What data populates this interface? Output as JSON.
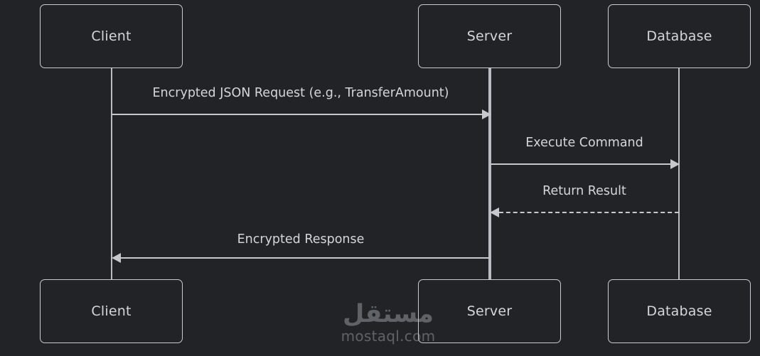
{
  "diagram": {
    "type": "uml-sequence-diagram",
    "background_color": "#212327",
    "box_fill_color": "#222327",
    "stroke_color": "#c9cbd0",
    "text_color": "#d4d6da",
    "participants": [
      {
        "id": "client",
        "label": "Client",
        "label_bottom": "Client",
        "lifeline_style": "thin"
      },
      {
        "id": "server",
        "label": "Server",
        "label_bottom": "Server",
        "lifeline_style": "thick"
      },
      {
        "id": "database",
        "label": "Database",
        "label_bottom": "Database",
        "lifeline_style": "thin"
      }
    ],
    "messages": [
      {
        "id": "m1",
        "label": "Encrypted JSON Request (e.g., TransferAmount)",
        "from": "client",
        "to": "server",
        "direction": "right",
        "line": "solid"
      },
      {
        "id": "m2",
        "label": "Execute Command",
        "from": "server",
        "to": "database",
        "direction": "right",
        "line": "solid"
      },
      {
        "id": "m3",
        "label": "Return Result",
        "from": "database",
        "to": "server",
        "direction": "left",
        "line": "dashed"
      },
      {
        "id": "m4",
        "label": "Encrypted Response",
        "from": "server",
        "to": "client",
        "direction": "left",
        "line": "solid"
      }
    ]
  },
  "watermark": {
    "arabic": "مستقل",
    "latin": "mostaql.com"
  }
}
